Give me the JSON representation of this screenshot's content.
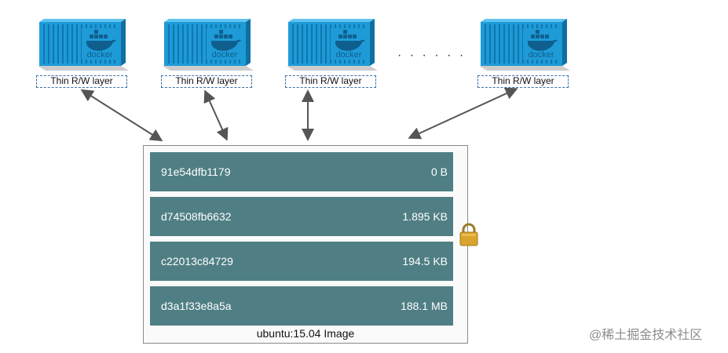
{
  "containers": {
    "label": "Thin R/W layer",
    "logo_text": "docker",
    "color": "#1e9bd7"
  },
  "ellipsis": "· · · · · ·",
  "image": {
    "caption": "ubuntu:15.04 Image",
    "layers": [
      {
        "id": "91e54dfb1179",
        "size": "0 B"
      },
      {
        "id": "d74508fb6632",
        "size": "1.895 KB"
      },
      {
        "id": "c22013c84729",
        "size": "194.5 KB"
      },
      {
        "id": "d3a1f33e8a5a",
        "size": "188.1 MB"
      }
    ],
    "layer_color": "#4f7f84"
  },
  "lock_icon": "padlock-icon",
  "watermark": "@稀土掘金技术社区"
}
